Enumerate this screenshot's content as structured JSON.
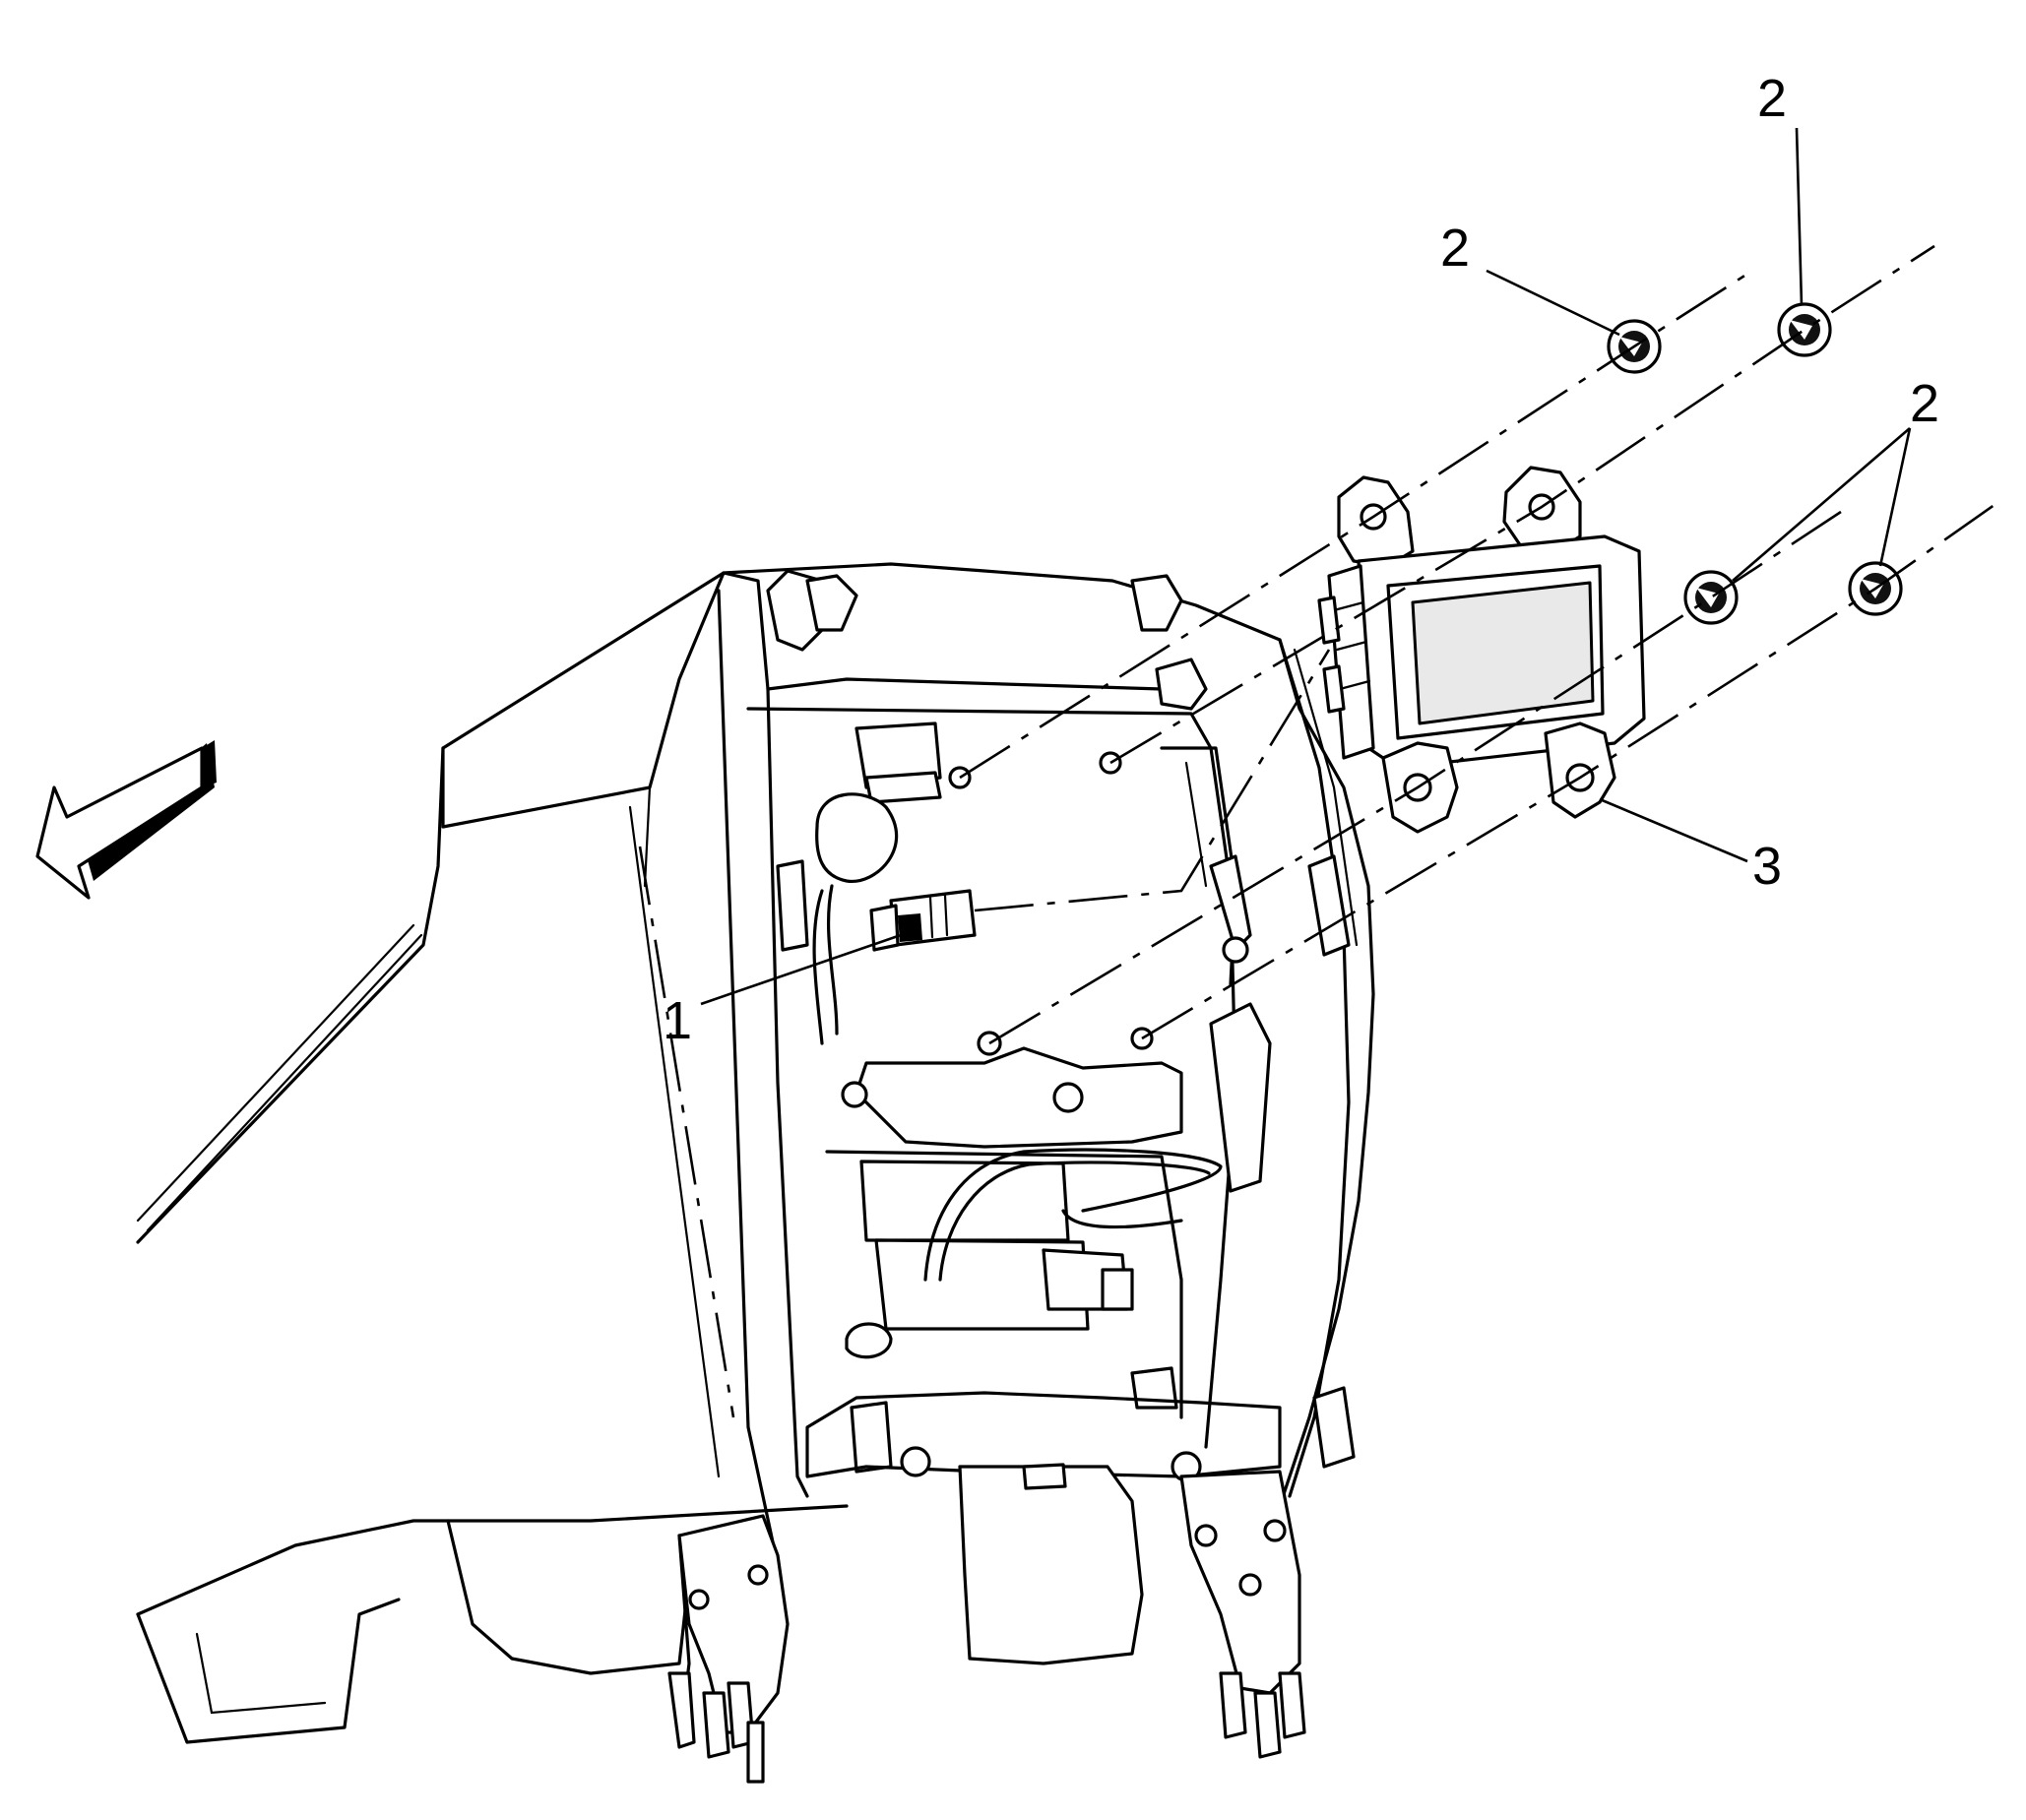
{
  "callouts": {
    "c1": "1",
    "c2a": "2",
    "c2b": "2",
    "c2c": "2",
    "c3": "3"
  },
  "icons": {
    "direction_arrow": "front-direction-arrow-icon"
  }
}
